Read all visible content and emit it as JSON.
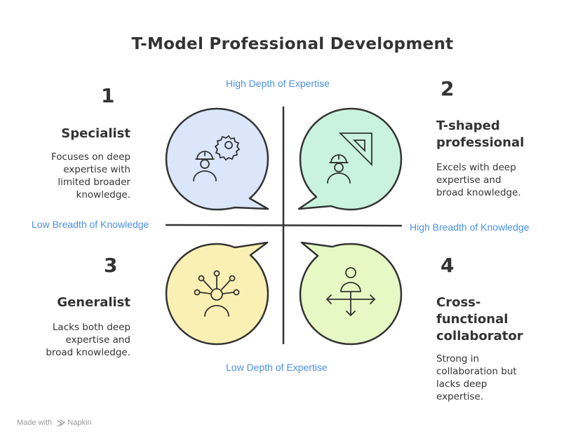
{
  "title": "T-Model Professional Development",
  "axes": {
    "top": "High Depth of Expertise",
    "bottom": "Low Depth of Expertise",
    "left": "Low Breadth of Knowledge",
    "right": "High Breadth of Knowledge"
  },
  "quadrants": [
    {
      "number": "1",
      "title_lines": [
        "Specialist"
      ],
      "desc_lines": [
        "Focuses on deep",
        "expertise with",
        "limited broader",
        "knowledge."
      ],
      "color": "#dbe6fb",
      "icon": "engineer-gear-icon"
    },
    {
      "number": "2",
      "title_lines": [
        "T-shaped",
        "professional"
      ],
      "desc_lines": [
        "Excels with deep",
        "expertise and",
        "broad knowledge."
      ],
      "color": "#c9f3df",
      "icon": "engineer-ruler-icon"
    },
    {
      "number": "3",
      "title_lines": [
        "Generalist"
      ],
      "desc_lines": [
        "Lacks both deep",
        "expertise and",
        "broad knowledge."
      ],
      "color": "#fbf0b3",
      "icon": "person-connections-icon"
    },
    {
      "number": "4",
      "title_lines": [
        "Cross-",
        "functional",
        "collaborator"
      ],
      "desc_lines": [
        "Strong in",
        "collaboration but",
        "lacks deep",
        "expertise."
      ],
      "color": "#e6f8c3",
      "icon": "person-arrows-icon"
    }
  ],
  "footer": {
    "made_with": "Made with",
    "brand": "Napkin"
  }
}
